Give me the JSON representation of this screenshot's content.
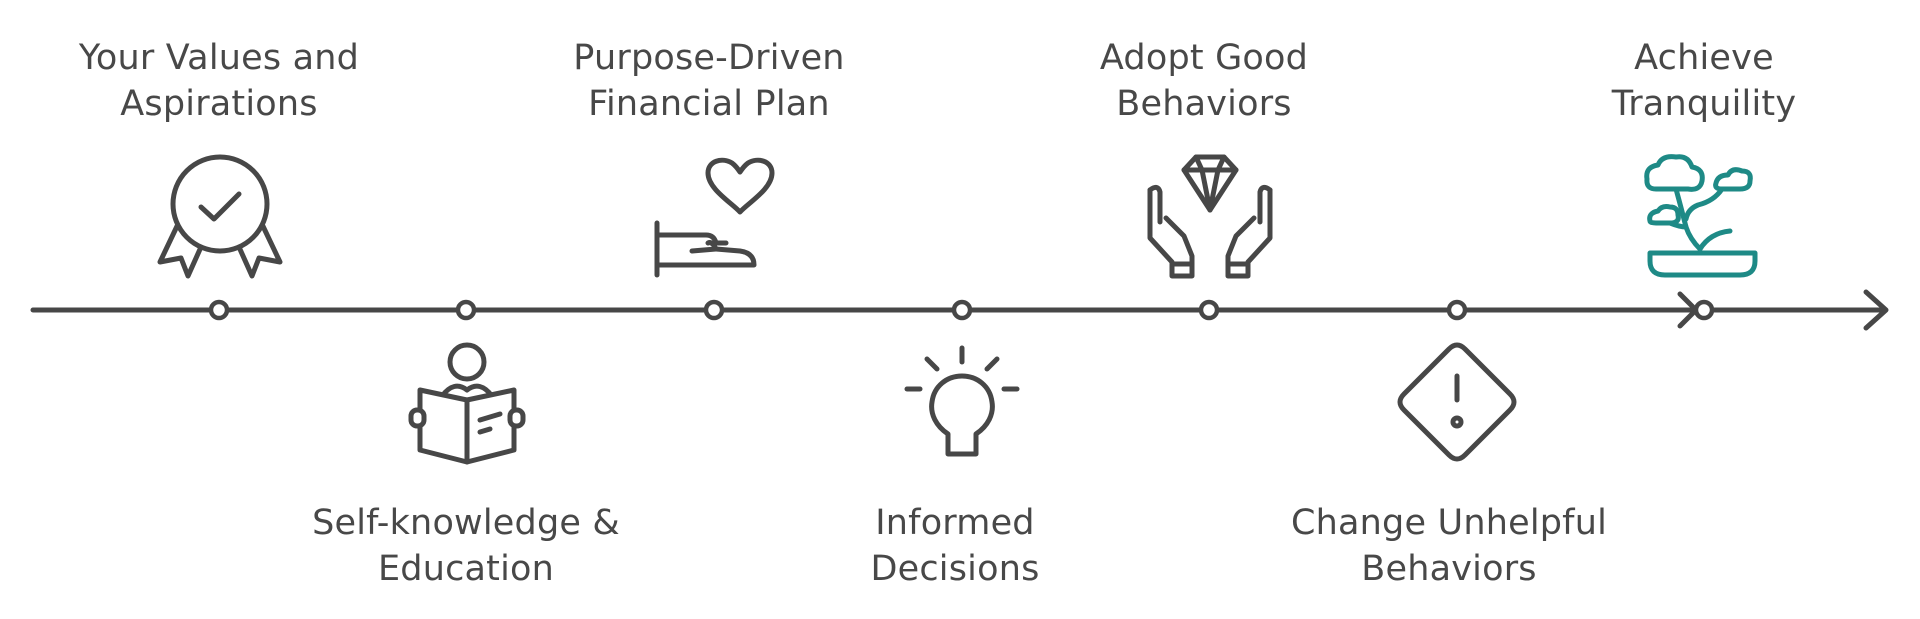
{
  "colors": {
    "line": "#474747",
    "text": "#484848",
    "accent": "#1e8a86",
    "background": "#ffffff"
  },
  "steps": [
    {
      "label_line1": "Your Values and",
      "label_line2": "Aspirations",
      "icon": "award-badge-icon",
      "position": "above"
    },
    {
      "label_line1": "Self-knowledge &",
      "label_line2": "Education",
      "icon": "reading-person-icon",
      "position": "below"
    },
    {
      "label_line1": "Purpose-Driven",
      "label_line2": "Financial Plan",
      "icon": "hand-giving-heart-icon",
      "position": "above"
    },
    {
      "label_line1": "Informed",
      "label_line2": "Decisions",
      "icon": "lightbulb-icon",
      "position": "below"
    },
    {
      "label_line1": "Adopt Good",
      "label_line2": "Behaviors",
      "icon": "hands-holding-diamond-icon",
      "position": "above"
    },
    {
      "label_line1": "Change Unhelpful",
      "label_line2": "Behaviors",
      "icon": "warning-diamond-icon",
      "position": "below"
    },
    {
      "label_line1": "Achieve",
      "label_line2": "Tranquility",
      "icon": "bonsai-tree-icon",
      "position": "above"
    }
  ]
}
